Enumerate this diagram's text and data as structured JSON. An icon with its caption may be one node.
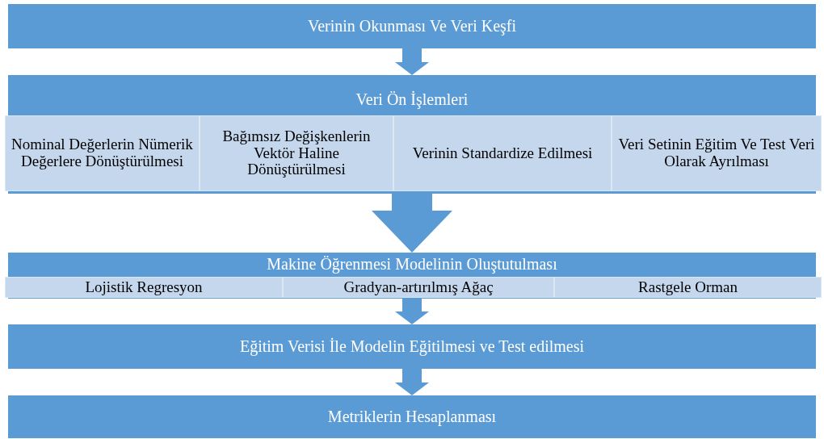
{
  "diagram": {
    "nodes": [
      {
        "text": [
          "Verinin Okunması Ve Veri Keşfi"
        ]
      },
      {
        "text": [
          "Veri Ön İşlemleri"
        ]
      },
      {
        "text": [
          "Nominal Değerlerin Nümerik Değerlere Dönüştürülmesi"
        ],
        "in": 1
      },
      {
        "text": [
          "Bağımsız Değişkenlerin Vektör Haline Dönüştürülmesi"
        ],
        "in": 1
      },
      {
        "text": [
          "Verinin Standardize Edilmesi"
        ],
        "in": 1
      },
      {
        "text": [
          "Veri Setinin Eğitim Ve Test Veri Olarak Ayrılması"
        ],
        "in": 1
      },
      {
        "text": [
          "Makine Öğrenmesi Modelinin Oluştutulması"
        ]
      },
      {
        "text": [
          "Lojistik Regresyon"
        ],
        "in": 6
      },
      {
        "text": [
          "Gradyan-artırılmış Ağaç"
        ],
        "in": 6
      },
      {
        "text": [
          "Rastgele Orman"
        ],
        "in": 6
      },
      {
        "text": [
          "Eğitim Verisi İle Modelin Eğitilmesi ve Test edilmesi"
        ]
      },
      {
        "text": [
          "Metriklerin Hesaplanması"
        ]
      }
    ],
    "edges": [
      {
        "from": 0,
        "to": 1,
        "arrow": "to"
      },
      {
        "from": 1,
        "to": 6,
        "arrow": "to"
      },
      {
        "from": 6,
        "to": 10,
        "arrow": "to"
      },
      {
        "from": 10,
        "to": 11,
        "arrow": "to"
      }
    ]
  }
}
